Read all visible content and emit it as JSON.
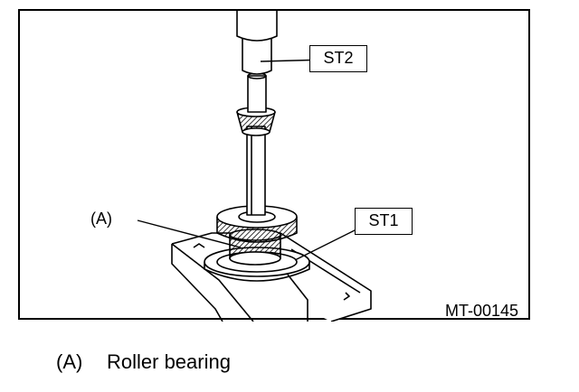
{
  "figure": {
    "callouts": {
      "st2": "ST2",
      "st1": "ST1",
      "a": "(A)"
    },
    "figure_code": "MT-00145"
  },
  "caption": {
    "key": "(A)",
    "text": "Roller bearing"
  }
}
